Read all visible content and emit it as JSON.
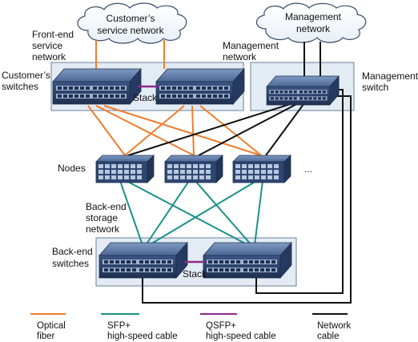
{
  "clouds": {
    "customer": [
      "Customer’s",
      "service network"
    ],
    "management": [
      "Management",
      "network"
    ]
  },
  "labels": {
    "front_end": [
      "Front-end",
      "service",
      "network"
    ],
    "management_network": [
      "Management",
      "network"
    ],
    "customers_switches": [
      "Customer’s",
      "switches"
    ],
    "management_switch": [
      "Management",
      "switch"
    ],
    "stack_top": "Stack",
    "nodes": "Nodes",
    "ellipsis": "...",
    "back_end_network": [
      "Back-end",
      "storage",
      "network"
    ],
    "back_end_switches": [
      "Back-end",
      "switches"
    ],
    "stack_bottom": "Stack"
  },
  "legend": [
    {
      "lines": [
        "Optical",
        "fiber"
      ],
      "color": "#f07d2b"
    },
    {
      "lines": [
        "SFP+",
        "high-speed cable"
      ],
      "color": "#1a9189"
    },
    {
      "lines": [
        "QSFP+",
        "high-speed cable"
      ],
      "color": "#8b2a8b"
    },
    {
      "lines": [
        "Network",
        "cable"
      ],
      "color": "#111111"
    }
  ],
  "colors": {
    "optical": "#f07d2b",
    "sfp": "#1a9189",
    "qsfp": "#8b2a8b",
    "network": "#111111",
    "panel_fill": "#e3ebf5",
    "panel_stroke": "#6a7f99",
    "device_top": "#5a7ba8",
    "device_front": "#2d4266"
  }
}
